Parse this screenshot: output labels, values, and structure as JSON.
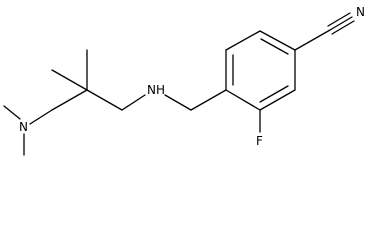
{
  "structure": {
    "atom_labels": {
      "nitrile_nitrogen": "N",
      "amine_nitrogen": "N",
      "amine_hydrogen": "H",
      "dimethylamino_nitrogen": "N",
      "fluorine": "F"
    }
  }
}
